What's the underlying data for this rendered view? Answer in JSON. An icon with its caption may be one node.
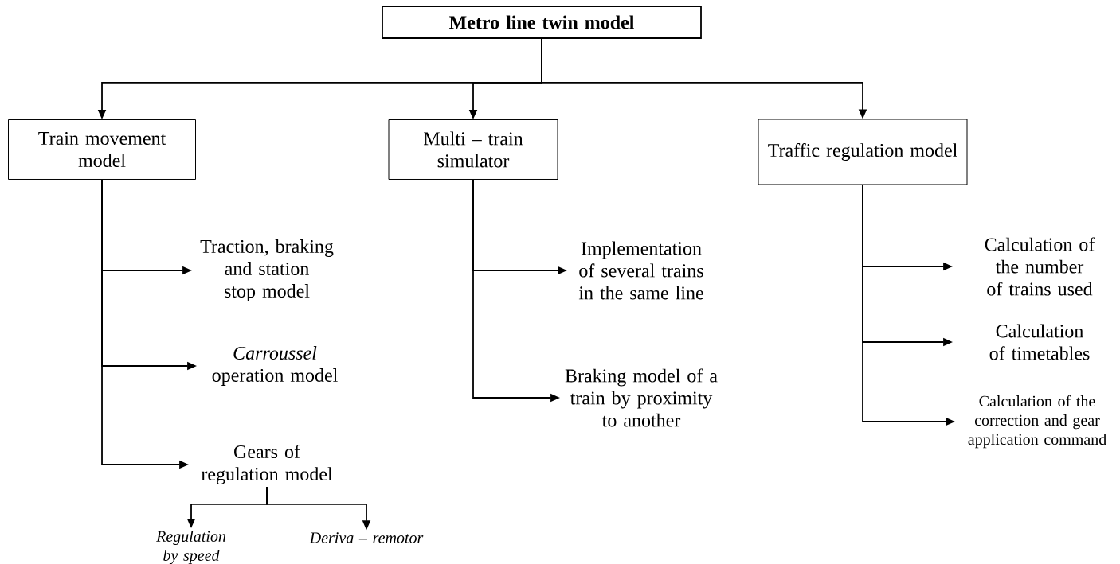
{
  "diagram": {
    "nodes": [
      {
        "text": [
          "Metro line twin model"
        ]
      },
      {
        "text": [
          "Train movement model"
        ]
      },
      {
        "text": [
          "Multi – train simulator"
        ]
      },
      {
        "text": [
          "Traffic regulation model"
        ]
      },
      {
        "text": [
          "Traction, braking and station stop model"
        ]
      },
      {
        "text": [
          "*Carroussel* operation model"
        ]
      },
      {
        "text": [
          "Gears of regulation model"
        ]
      },
      {
        "text": [
          "Regulation by speed"
        ]
      },
      {
        "text": [
          "Deriva – remotor"
        ]
      },
      {
        "text": [
          "Implementation of several trains in the same line"
        ]
      },
      {
        "text": [
          "Braking model of a train by proximity to another"
        ]
      },
      {
        "text": [
          "Calculation of the number of trains used"
        ]
      },
      {
        "text": [
          "Calculation of timetables"
        ]
      },
      {
        "text": [
          "Calculation of the correction and gear application command"
        ]
      }
    ],
    "edges": [
      {
        "from": 0,
        "to": 1,
        "arrow": "to"
      },
      {
        "from": 0,
        "to": 2,
        "arrow": "to"
      },
      {
        "from": 0,
        "to": 3,
        "arrow": "to"
      },
      {
        "from": 1,
        "to": 4,
        "arrow": "to"
      },
      {
        "from": 1,
        "to": 5,
        "arrow": "to"
      },
      {
        "from": 1,
        "to": 6,
        "arrow": "to"
      },
      {
        "from": 6,
        "to": 7,
        "arrow": "to"
      },
      {
        "from": 6,
        "to": 8,
        "arrow": "to"
      },
      {
        "from": 2,
        "to": 9,
        "arrow": "to"
      },
      {
        "from": 2,
        "to": 10,
        "arrow": "to"
      },
      {
        "from": 3,
        "to": 11,
        "arrow": "to"
      },
      {
        "from": 3,
        "to": 12,
        "arrow": "to"
      },
      {
        "from": 3,
        "to": 13,
        "arrow": "to"
      }
    ]
  }
}
